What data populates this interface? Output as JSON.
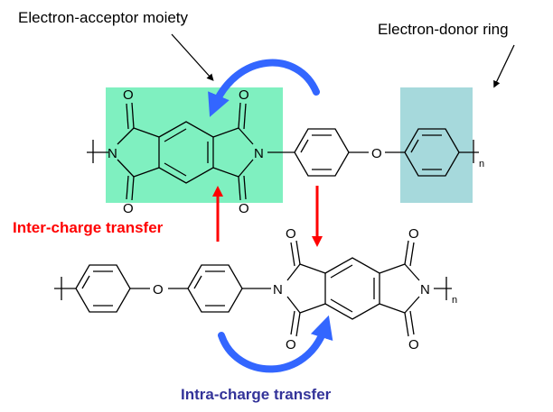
{
  "labels": {
    "acceptor": "Electron-acceptor moiety",
    "donor": "Electron-donor ring",
    "inter": "Inter-charge transfer",
    "intra": "Intra-charge transfer"
  },
  "atoms": {
    "oxygen": "O",
    "nitrogen": "N",
    "repeat": "n"
  },
  "colors": {
    "acceptor_box": "#7ff0c0",
    "donor_box": "#a6d9dc",
    "inter_arrow": "#ff0000",
    "intra_arrow": "#3366ff",
    "inter_text": "#ff0000",
    "intra_text": "#333399"
  }
}
